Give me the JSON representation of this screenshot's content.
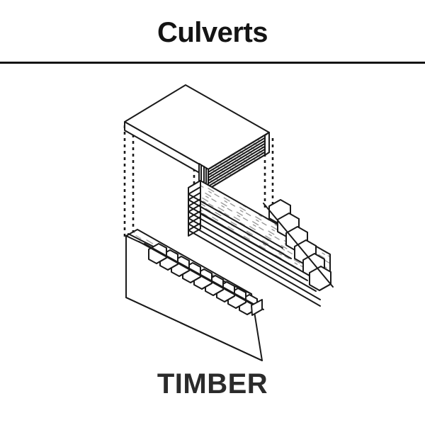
{
  "header": {
    "title": "Culverts"
  },
  "footer": {
    "caption": "TIMBER"
  },
  "figure": {
    "name": "timber-culvert-exploded-isometric-diagram",
    "description": "Exploded isometric line drawing of a timber culvert assembly",
    "line_color": "#1a1a1a",
    "grain_color": "#8d8d8d",
    "fill_color": "#ffffff",
    "components": [
      {
        "id": "top-deck",
        "label": "Top deck slab with timber planks",
        "plank_count": 9
      },
      {
        "id": "middle-plank-stack",
        "label": "Stacked timber plank wall with stepped ends",
        "plank_count": 8
      },
      {
        "id": "bottom-base-panel",
        "label": "Base floor panel with stepped edge blocks",
        "step_count": 11
      }
    ],
    "guides": [
      {
        "id": "guide-left-outer",
        "style": "dotted-vertical"
      },
      {
        "id": "guide-left-inner",
        "style": "dotted-vertical"
      },
      {
        "id": "guide-center-left",
        "style": "dotted-vertical"
      },
      {
        "id": "guide-center-right",
        "style": "dotted-vertical"
      },
      {
        "id": "guide-right-outer",
        "style": "dotted-vertical"
      },
      {
        "id": "guide-right-inner",
        "style": "dotted-vertical"
      }
    ]
  }
}
